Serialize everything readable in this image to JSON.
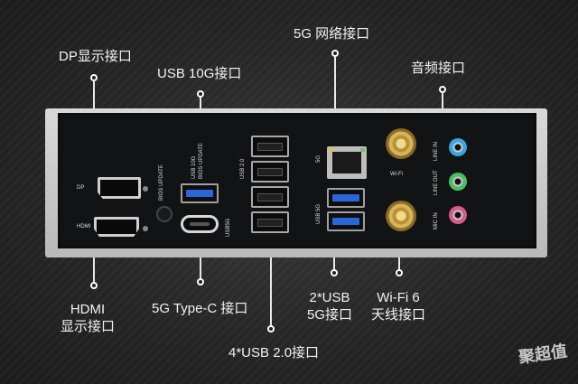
{
  "callouts": {
    "dp": "DP显示接口",
    "usb10g": "USB 10G接口",
    "lan5g": "5G 网络接口",
    "audio": "音频接口",
    "hdmi_line1": "HDMI",
    "hdmi_line2": "显示接口",
    "typec": "5G Type-C 接口",
    "usb2": "4*USB 2.0接口",
    "usb5g_line1": "2*USB",
    "usb5g_line2": "5G接口",
    "wifi_line1": "Wi-Fi 6",
    "wifi_line2": "天线接口"
  },
  "panel_labels": {
    "dp": "DP",
    "hdmi": "HDMI",
    "bios_update": "BIOS UPDATE",
    "usb10g": "USB 10G",
    "bios_update2": "BIOS UPDATE",
    "usb5g_typec": "USB5G",
    "usb20": "USB 2.0",
    "lan5g": "5G",
    "usb5g": "USB 5G",
    "wifi": "Wi-Fi",
    "line_in": "LINE IN",
    "line_out": "LINE OUT",
    "mic_in": "MIC IN"
  },
  "watermark": "聚超值",
  "colors": {
    "jack_blue": "#3aa6e0",
    "jack_green": "#4bbf66",
    "jack_pink": "#d65a8a",
    "usb_blue": "#2b66d6"
  }
}
